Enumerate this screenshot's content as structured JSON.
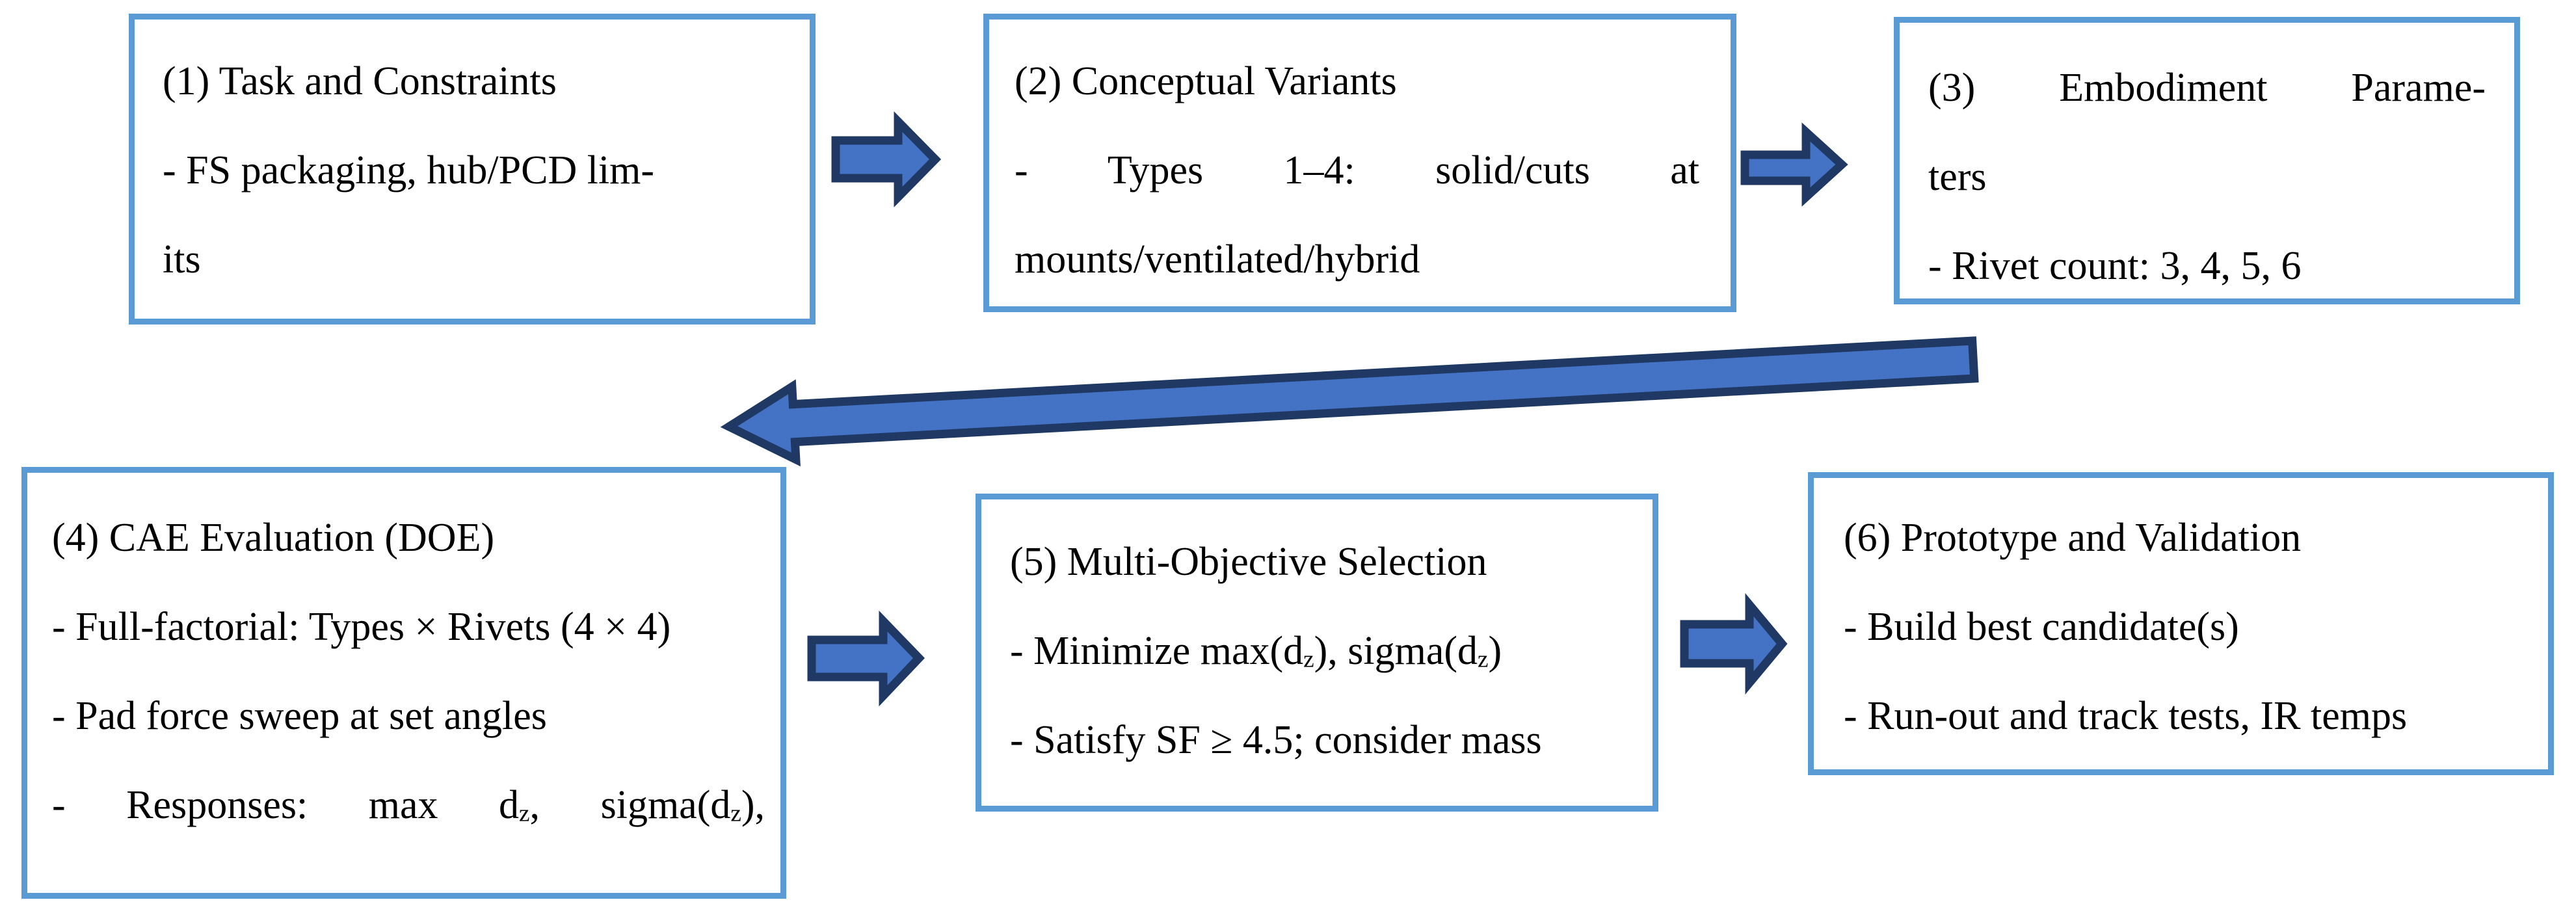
{
  "colors": {
    "background": "#ffffff",
    "box_fill": "#ffffff",
    "box_border": "#5b9bd5",
    "arrow_fill": "#4472c4",
    "arrow_outline": "#1f3864",
    "text": "#000000"
  },
  "boxes": [
    {
      "name": "step-1-task-and-constraints",
      "lines": [
        {
          "justify": false,
          "segs": [
            {
              "t": "(1) Task and Constraints"
            }
          ]
        },
        {
          "justify": false,
          "segs": [
            {
              "t": "- FS packaging, hub/PCD lim-"
            }
          ]
        },
        {
          "justify": false,
          "segs": [
            {
              "t": "its"
            }
          ]
        }
      ]
    },
    {
      "name": "step-2-conceptual-variants",
      "lines": [
        {
          "justify": false,
          "segs": [
            {
              "t": "(2) Conceptual Variants"
            }
          ]
        },
        {
          "justify": true,
          "segs": [
            {
              "t": "- Types 1–4: solid/cuts at"
            }
          ]
        },
        {
          "justify": false,
          "segs": [
            {
              "t": "mounts/ventilated/hybrid"
            }
          ]
        }
      ]
    },
    {
      "name": "step-3-embodiment-parameters",
      "lines": [
        {
          "justify": true,
          "segs": [
            {
              "t": "(3) Embodiment Parame-"
            }
          ]
        },
        {
          "justify": false,
          "segs": [
            {
              "t": "ters"
            }
          ]
        },
        {
          "justify": false,
          "segs": [
            {
              "t": "- Rivet count: 3, 4, 5, 6"
            }
          ]
        }
      ]
    },
    {
      "name": "step-4-cae-evaluation-doe",
      "lines": [
        {
          "justify": false,
          "segs": [
            {
              "t": "(4) CAE Evaluation (DOE)"
            }
          ]
        },
        {
          "justify": false,
          "segs": [
            {
              "t": "- Full-factorial: Types × Rivets (4 × 4)"
            }
          ]
        },
        {
          "justify": false,
          "segs": [
            {
              "t": "- Pad force sweep at set angles"
            }
          ]
        },
        {
          "justify": true,
          "segs": [
            {
              "t": "- Responses: max d"
            },
            {
              "t": "z",
              "sub": true
            },
            {
              "t": ", sigma(d"
            },
            {
              "t": "z",
              "sub": true
            },
            {
              "t": "),"
            }
          ]
        }
      ]
    },
    {
      "name": "step-5-multi-objective-selection",
      "lines": [
        {
          "justify": false,
          "segs": [
            {
              "t": "(5) Multi-Objective Selection"
            }
          ]
        },
        {
          "justify": false,
          "segs": [
            {
              "t": "- Minimize max(d"
            },
            {
              "t": "z",
              "sub": true
            },
            {
              "t": "), sigma(d"
            },
            {
              "t": "z",
              "sub": true
            },
            {
              "t": ")"
            }
          ]
        },
        {
          "justify": false,
          "segs": [
            {
              "t": "- Satisfy SF ≥ 4.5; consider mass"
            }
          ]
        }
      ]
    },
    {
      "name": "step-6-prototype-and-validation",
      "lines": [
        {
          "justify": false,
          "segs": [
            {
              "t": "(6) Prototype and Validation"
            }
          ]
        },
        {
          "justify": false,
          "segs": [
            {
              "t": "- Build best candidate(s)"
            }
          ]
        },
        {
          "justify": false,
          "segs": [
            {
              "t": "- Run-out and track tests, IR temps"
            }
          ]
        }
      ]
    }
  ],
  "arrows": [
    {
      "name": "arrow-step1-to-step2",
      "from": "step-1",
      "to": "step-2",
      "direction": "right"
    },
    {
      "name": "arrow-step2-to-step3",
      "from": "step-2",
      "to": "step-3",
      "direction": "right"
    },
    {
      "name": "arrow-step3-to-step4",
      "from": "step-3",
      "to": "step-4",
      "direction": "down-left"
    },
    {
      "name": "arrow-step4-to-step5",
      "from": "step-4",
      "to": "step-5",
      "direction": "right"
    },
    {
      "name": "arrow-step5-to-step6",
      "from": "step-5",
      "to": "step-6",
      "direction": "right"
    }
  ]
}
